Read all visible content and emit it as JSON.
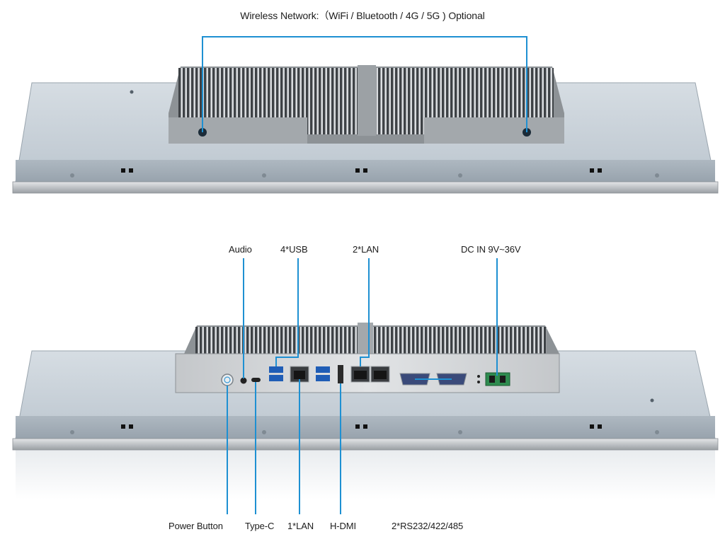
{
  "labels": {
    "wireless": "Wireless Network:（WiFi / Bluetooth / 4G / 5G ) Optional",
    "audio": "Audio",
    "usb": "4*USB",
    "lan2": "2*LAN",
    "dc_in": "DC IN 9V~36V",
    "power_button": "Power Button",
    "type_c": "Type-C",
    "lan1": "1*LAN",
    "hdmi": "H-DMI",
    "serial": "2*RS232/422/485"
  },
  "colors": {
    "callout": "#1e90d2",
    "panel": "#c5ced6",
    "heatsink": "#4a4e52",
    "io_plate": "#d8dadc"
  }
}
